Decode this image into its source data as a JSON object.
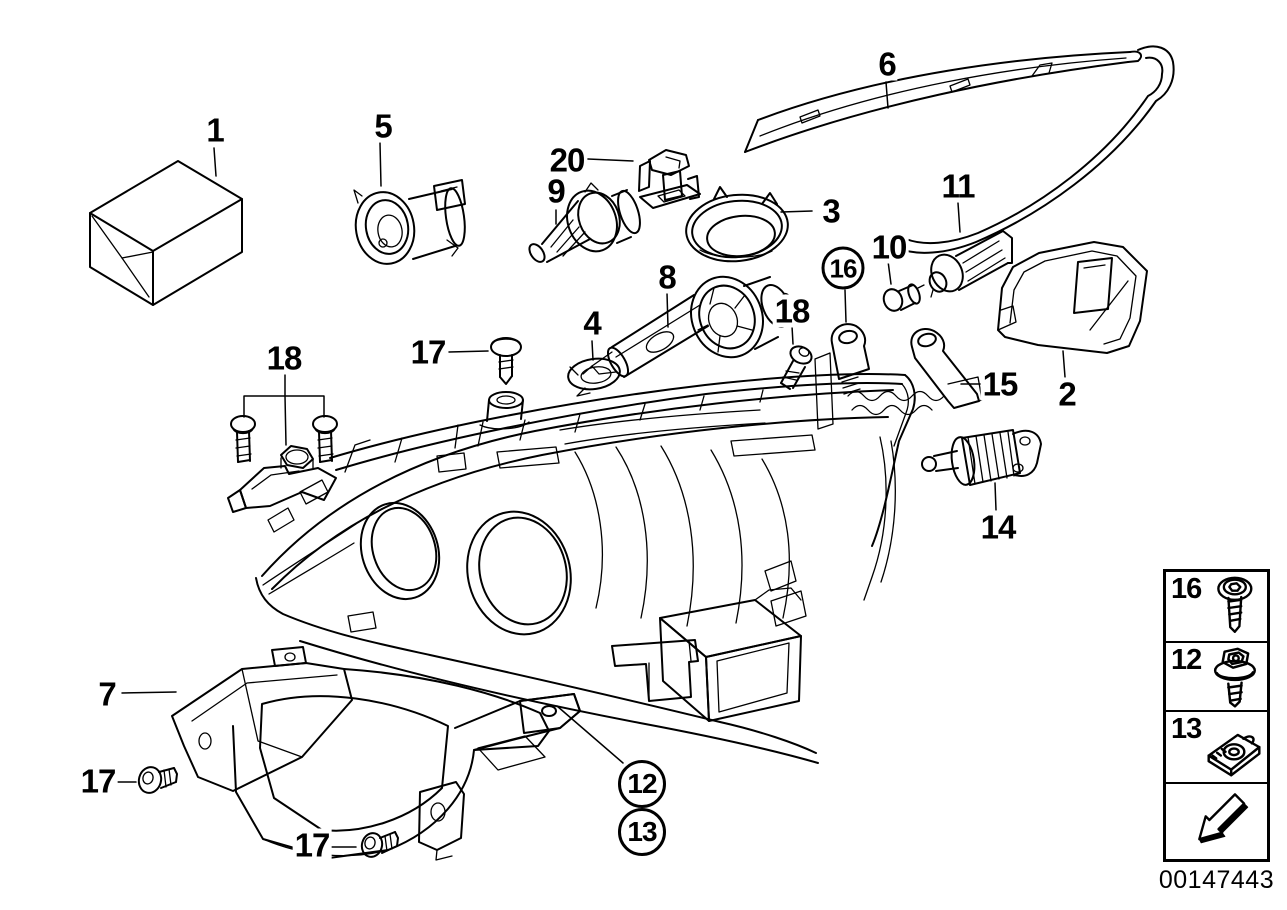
{
  "document_number": "00147443",
  "colors": {
    "background": "#ffffff",
    "line": "#000000"
  },
  "callouts": {
    "c1": "1",
    "c2": "2",
    "c3": "3",
    "c4": "4",
    "c5": "5",
    "c6": "6",
    "c7": "7",
    "c8": "8",
    "c9": "9",
    "c10": "10",
    "c11": "11",
    "c12": "12",
    "c13": "13",
    "c14": "14",
    "c15": "15",
    "c16": "16",
    "c17a": "17",
    "c17b": "17",
    "c17c": "17",
    "c18a": "18",
    "c18b": "18",
    "c20": "20"
  },
  "legend": {
    "rows": [
      {
        "label": "16",
        "icon": "torx-screw-icon"
      },
      {
        "label": "12",
        "icon": "hex-flange-screw-icon"
      },
      {
        "label": "13",
        "icon": "clip-nut-icon"
      },
      {
        "label": "",
        "icon": "direction-arrow-icon"
      }
    ]
  }
}
